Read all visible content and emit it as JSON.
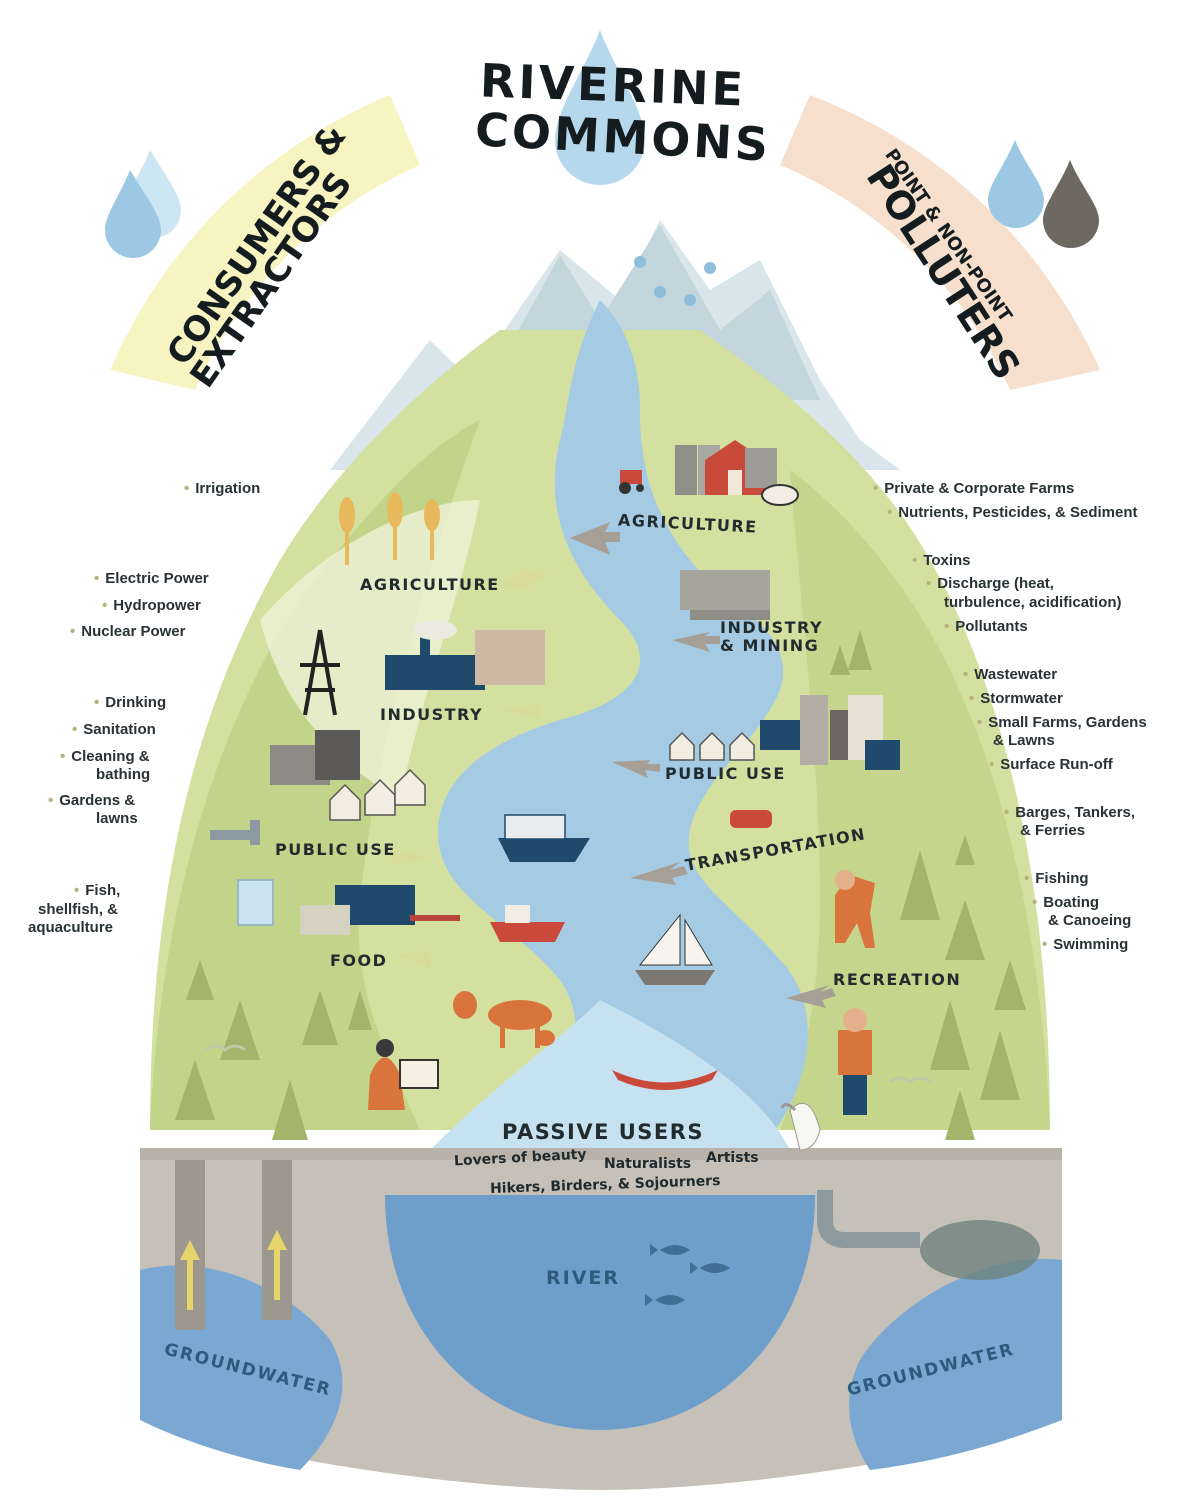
{
  "title": {
    "line1": "RIVERINE",
    "line2": "COMMONS"
  },
  "left_arc": {
    "line1": "CONSUMERS &",
    "line2": "EXTRACTORS"
  },
  "right_arc": {
    "line1": "POINT & NON-POINT",
    "line2": "POLLUTERS"
  },
  "left_sections": {
    "agriculture": "AGRICULTURE",
    "industry": "INDUSTRY",
    "public_use": "PUBLIC USE",
    "food": "FOOD"
  },
  "right_sections": {
    "agriculture": "AGRICULTURE",
    "industry_mining_1": "INDUSTRY",
    "industry_mining_2": "& MINING",
    "public_use": "PUBLIC USE",
    "transportation": "TRANSPORTATION",
    "recreation": "RECREATION"
  },
  "left_bullets": {
    "irrigation": [
      "Irrigation"
    ],
    "power": [
      "Electric Power",
      "Hydropower",
      "Nuclear Power"
    ],
    "public": [
      "Drinking",
      "Sanitation",
      "Cleaning &",
      "bathing",
      "Gardens &",
      "lawns"
    ],
    "food": [
      "Fish,",
      "shellfish, &",
      "aquaculture"
    ]
  },
  "right_bullets": {
    "farms": [
      "Private & Corporate Farms",
      "Nutrients, Pesticides, & Sediment"
    ],
    "industry": [
      "Toxins",
      "Discharge (heat,",
      "turbulence, acidification)",
      "Pollutants"
    ],
    "public": [
      "Wastewater",
      "Stormwater",
      "Small Farms, Gardens",
      "& Lawns",
      "Surface Run-off"
    ],
    "transport": [
      "Barges, Tankers,",
      "& Ferries"
    ],
    "recreation": [
      "Fishing",
      "Boating",
      "& Canoeing",
      "Swimming"
    ]
  },
  "passive_users": {
    "title": "PASSIVE USERS",
    "line1a": "Lovers of beauty",
    "line1b": "Naturalists",
    "line1c": "Artists",
    "line2": "Hikers, Birders, & Sojourners"
  },
  "bottom": {
    "river": "RIVER",
    "groundwater_left": "GROUNDWATER",
    "groundwater_right": "GROUNDWATER"
  },
  "colors": {
    "water": "#a9cfe2",
    "river": "#9cc6df",
    "mountain": "#cfe0e4",
    "hill_green": "#cbd88f",
    "soil": "#c5c0b7",
    "groundwater": "#6f9fcb",
    "accent_blue": "#1d4d6e",
    "accent_orange": "#d9743d",
    "yellow_arc": "#f6f2bd",
    "peach_arc": "#f6dfcb"
  }
}
